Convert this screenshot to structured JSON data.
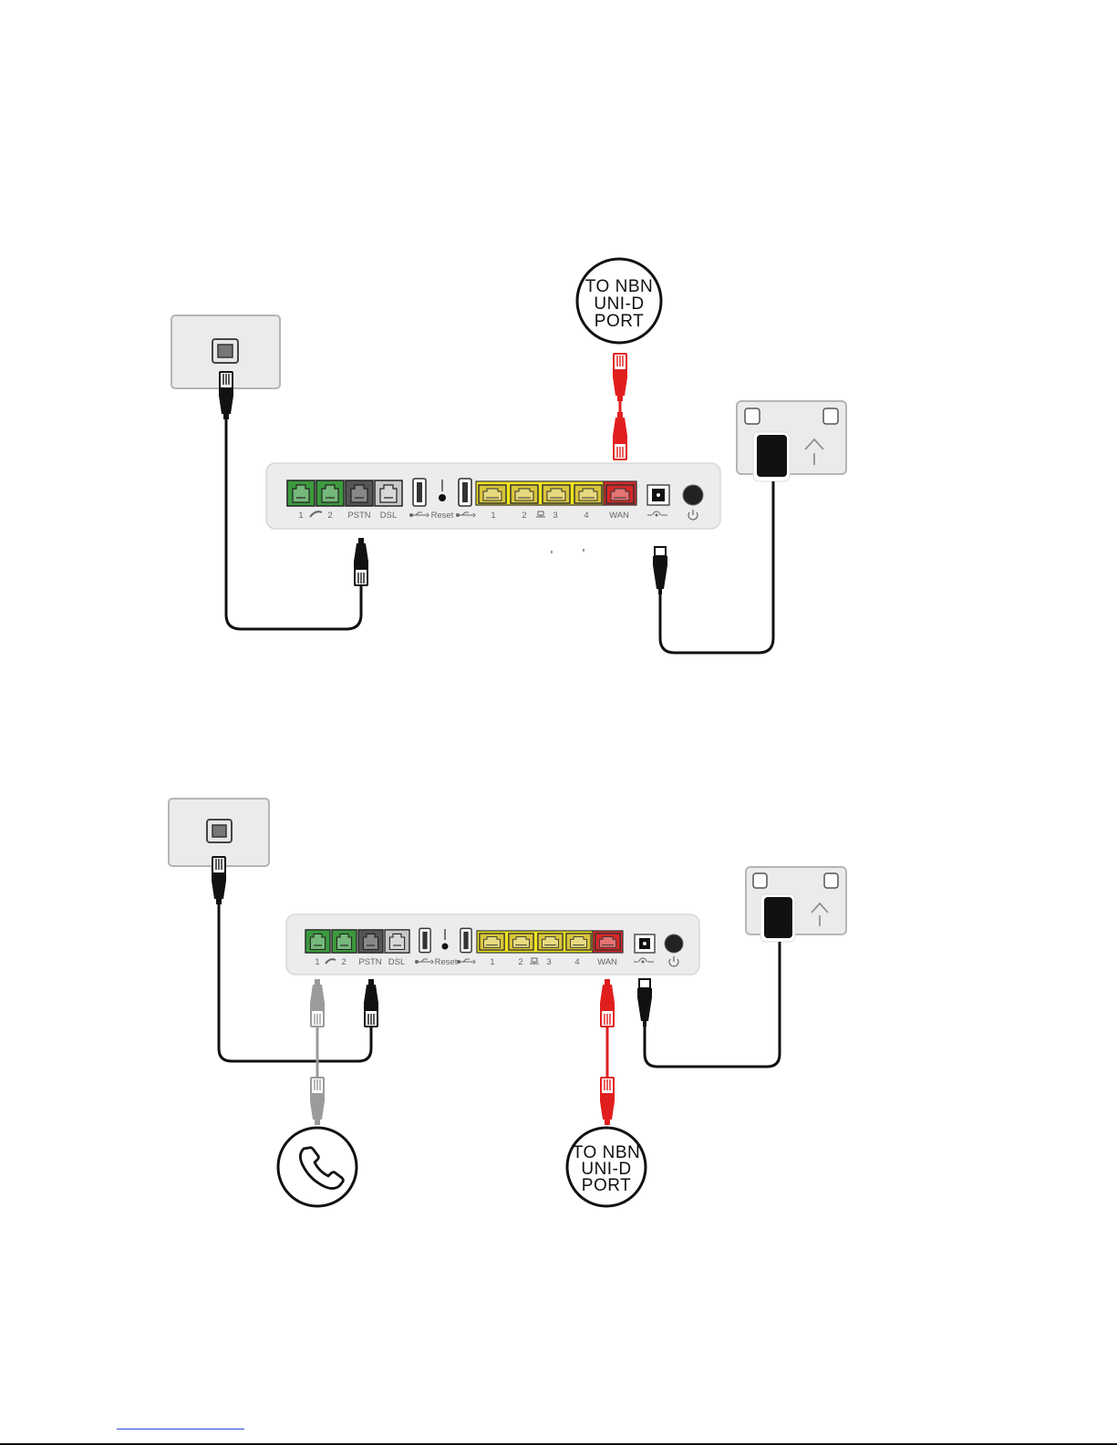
{
  "diagrams": [
    {
      "id": "setup-1",
      "nbn_label": [
        "TO NBN",
        "UNI-D",
        "PORT"
      ]
    },
    {
      "id": "setup-2",
      "nbn_label": [
        "TO NBN",
        "UNI-D",
        "PORT"
      ]
    }
  ],
  "router": {
    "port_labels": [
      "1",
      "2",
      "PSTN",
      "DSL",
      "Reset",
      "1",
      "2",
      "3",
      "4",
      "WAN"
    ],
    "icons": [
      "phone-icon",
      "usb-icon",
      "usb-icon",
      "ethernet-icon",
      "dc-power-icon",
      "power-icon"
    ]
  },
  "colors": {
    "phone_port": "#3c9a3f",
    "lan_port": "#f2e51c",
    "wan_port": "#d62828",
    "nbn_cable": "#e11e1e",
    "phone_cable": "#9b9b9b",
    "cable": "#111111",
    "router_body": "#ececec"
  }
}
